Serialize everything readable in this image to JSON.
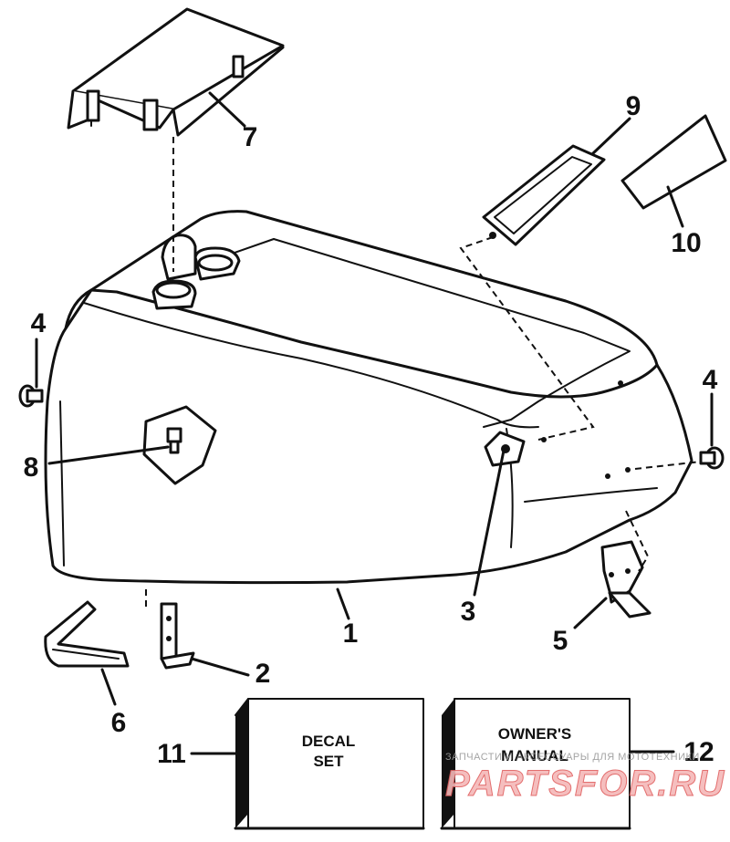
{
  "diagram": {
    "callouts": [
      {
        "id": "1",
        "label": "1"
      },
      {
        "id": "2",
        "label": "2"
      },
      {
        "id": "3",
        "label": "3"
      },
      {
        "id": "4a",
        "label": "4"
      },
      {
        "id": "4b",
        "label": "4"
      },
      {
        "id": "5",
        "label": "5"
      },
      {
        "id": "6",
        "label": "6"
      },
      {
        "id": "7",
        "label": "7"
      },
      {
        "id": "8",
        "label": "8"
      },
      {
        "id": "9",
        "label": "9"
      },
      {
        "id": "10",
        "label": "10"
      },
      {
        "id": "11",
        "label": "11"
      },
      {
        "id": "12",
        "label": "12"
      }
    ],
    "boxes": {
      "decal_set": {
        "line1": "DECAL",
        "line2": "SET"
      },
      "owners_manual": {
        "line1": "OWNER'S",
        "line2": "MANUAL"
      }
    },
    "watermark": {
      "small": "ЗАПЧАСТИ И АКСЕССУАРЫ ДЛЯ МОТОТЕХНИКИ",
      "big": "PARTSFOR.RU",
      "colors": {
        "fill": "#f5b8b8",
        "stroke": "#e06060"
      }
    }
  }
}
